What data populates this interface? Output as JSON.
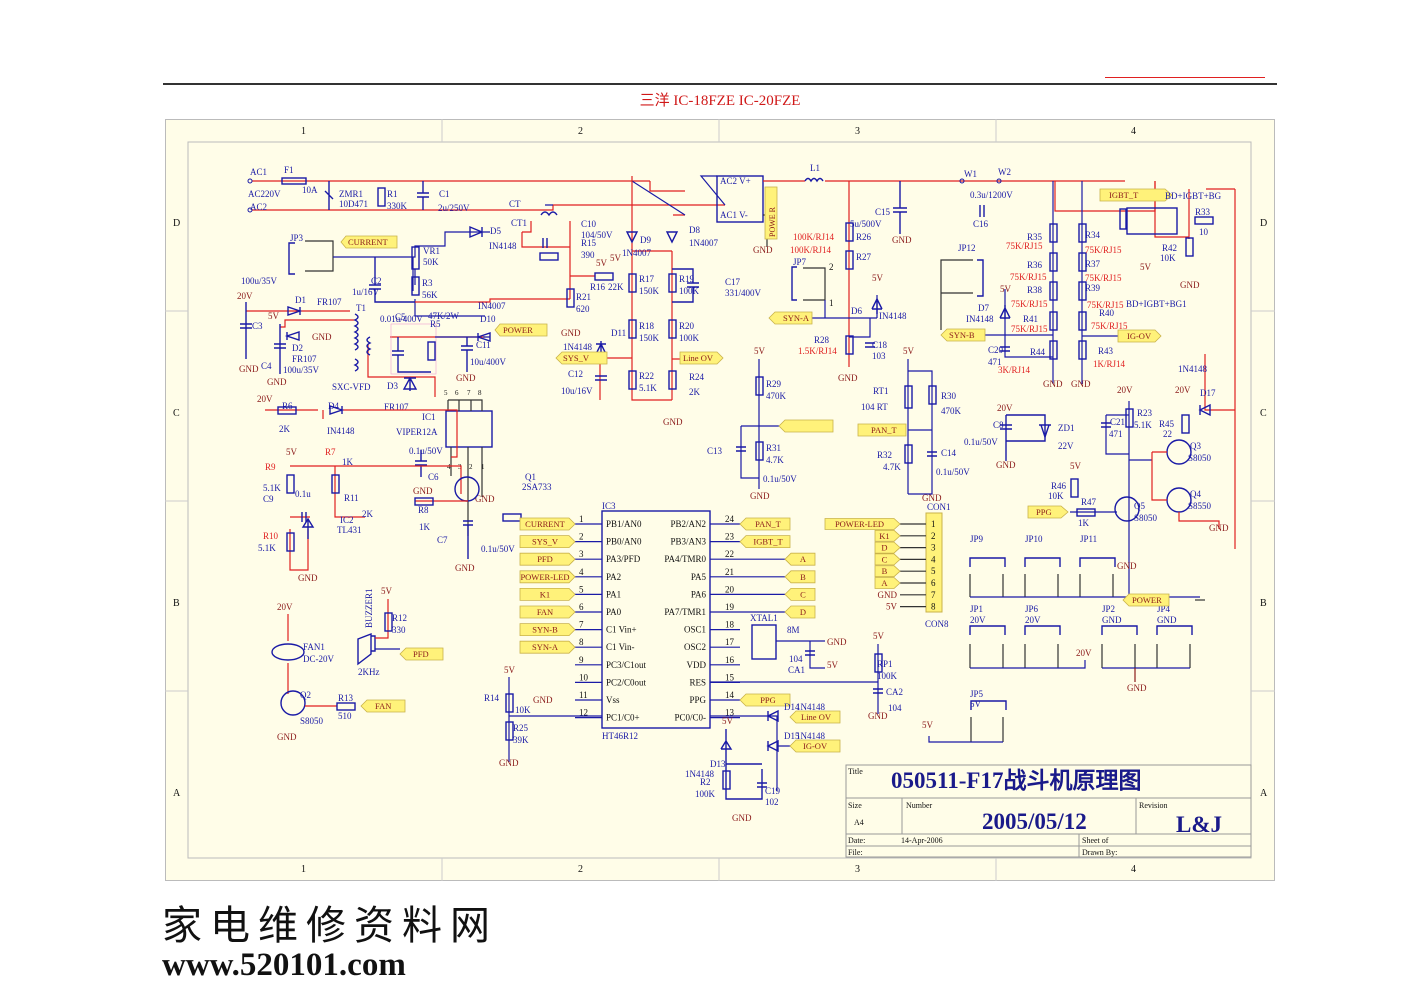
{
  "header": {
    "title": "三洋 IC-18FZE IC-20FZE"
  },
  "frame": {
    "columns": [
      "1",
      "2",
      "3",
      "4"
    ],
    "rows": [
      "D",
      "C",
      "B",
      "A"
    ]
  },
  "title_block": {
    "title_label": "Title",
    "title": "050511-F17战斗机原理图",
    "size_label": "Size",
    "size": "A4",
    "number_label": "Number",
    "number": "2005/05/12",
    "revision_label": "Revision",
    "revision": "L&J",
    "date_label": "Date:",
    "date": "14-Apr-2006",
    "sheet_label": "Sheet    of",
    "file_label": "File:",
    "drawn_label": "Drawn By:"
  },
  "watermark": {
    "cn": "家电维修资料网",
    "url": "www.520101.com"
  },
  "power_input": {
    "ac1": "AC1",
    "ac2": "AC2",
    "ac220": "AC220V",
    "f1": "F1",
    "f1_val": "10A",
    "zmr1": "ZMR1",
    "zmr1_val": "10D471",
    "r1": "R1",
    "r1_val": "330K",
    "c1": "C1",
    "c1_val": "2u/250V",
    "ct": "CT",
    "ct1": "CT1",
    "bridge_pins": [
      "AC2  V+",
      "AC1   V-"
    ],
    "power_r": "POWE R",
    "l1": "L1",
    "w1": "W1",
    "w2": "W2",
    "c16": "C16",
    "c16_val": "0.3u/1200V",
    "c15": "C15",
    "c15_val": "5u/500V"
  },
  "current_sense": {
    "jp3": "JP3",
    "current_flag": "CURRENT",
    "vr1": "VR1",
    "vr1_val": "50K",
    "r3": "R3",
    "r3_val": "56K",
    "c2": "C2",
    "c2_val": "1u/16V",
    "d5": "D5",
    "d5_val": "IN4148",
    "c10": "C10",
    "c10_val": "104/50V",
    "r15": "R15",
    "r15_val": "390",
    "r16": "R16",
    "r16_val": "22K",
    "r21": "R21",
    "r21_val": "620",
    "cap100": "100u/35V"
  },
  "aux_supply": {
    "d1": "D1",
    "d1_val": "FR107",
    "d2": "D2",
    "d2_val": "FR107",
    "c3": "C3",
    "c4": "C4",
    "c4_val": "100u/35V",
    "t1": "T1",
    "t1_val": "SXC-VFD",
    "c5": "C5",
    "c5_val": "0.01u/400V",
    "r5": "R5",
    "r5_val": "47K/2W",
    "d3": "D3",
    "d3_val": "FR107",
    "d10": "D10",
    "d10_val": "IN4007",
    "c11": "C11",
    "c11_val": "10u/400V",
    "power_flag": "POWER",
    "ic1": "IC1",
    "ic1_val": "VIPER12A",
    "ic1_pins": [
      "5",
      "6",
      "7",
      "8",
      "4",
      "3",
      "2",
      "1"
    ],
    "r6": "R6",
    "r6_val": "2K",
    "d4": "D4",
    "d4_val": "IN4148",
    "c6": "C6",
    "c6_val": "0.1u/50V",
    "r9": "R9",
    "r9_val": "5.1K",
    "r7": "R7",
    "r7_val": "1K",
    "q1": "Q1",
    "q1_val": "2SA733",
    "c9": "C9",
    "c9_val": "0.1u",
    "r11": "R11",
    "r11_val": "2K",
    "ic2": "IC2",
    "ic2_val": "TL431",
    "r8": "R8",
    "r8_val": "1K",
    "c7": "C7",
    "c7_val": "0.1u/50V",
    "r10": "R10",
    "r10_val": "5.1K"
  },
  "voltage_sense": {
    "d9": "D9",
    "d8": "D8",
    "d_val": "1N4007",
    "r17": "R17",
    "r17_val": "150K",
    "r18": "R18",
    "r18_val": "150K",
    "r22": "R22",
    "r22_val": "5.1K",
    "r19": "R19",
    "r19_val": "100K",
    "r20": "R20",
    "r20_val": "100K",
    "r24": "R24",
    "r24_val": "2K",
    "c17": "C17",
    "c17_val": "331/400V",
    "d11": "D11",
    "d11_val": "1N4148",
    "c12": "C12",
    "c12_val": "10u/16V",
    "sys_v_flag": "SYS_V",
    "line_ov_flag": "Line OV"
  },
  "sync": {
    "r26": "R26",
    "r26_val": "100K/RJ14",
    "r27": "R27",
    "r27_val": "100K/RJ14",
    "r28": "R28",
    "r28_val": "1.5K/RJ14",
    "jp7": "JP7",
    "d6": "D6",
    "d6_val": "IN4148",
    "c18": "C18",
    "c18_val": "103",
    "syn_a_flag": "SYN-A",
    "jp12": "JP12",
    "d7": "D7",
    "d7_val": "IN4148",
    "c20": "C20",
    "c20_val": "471",
    "syn_b_flag": "SYN-B",
    "r35": "R35",
    "r36": "R36",
    "r38": "R38",
    "r41": "R41",
    "r44": "R44",
    "r44_val": "3K/RJ14",
    "r34": "R34",
    "r37": "R37",
    "r39": "R39",
    "r40": "R40",
    "r43": "R43",
    "r43_val": "1K/RJ14",
    "r75": "75K/RJ15",
    "ig_ov_flag": "IG-OV"
  },
  "igbt": {
    "igbt_t_flag": "IGBT_T",
    "bd1": "BD+IGBT+BG",
    "bd2": "BD+IGBT+BG1",
    "r33": "R33",
    "r33_val": "10",
    "r42": "R42",
    "r42_val": "10K",
    "d17": "D17",
    "d17_val": "1N4148",
    "r23": "R23",
    "r23_val": "5.1K",
    "c21": "C21",
    "c21_val": "471",
    "r45": "R45",
    "r45_val": "22",
    "q3": "Q3",
    "q3_val": "S8050",
    "q4": "Q4",
    "q4_val": "S8550",
    "q5": "Q5",
    "q5_val": "S8050",
    "r46": "R46",
    "r46_val": "10K",
    "r47": "R47",
    "r47_val": "1K",
    "ppg_flag": "PPG",
    "c8": "C8",
    "c8_val": "0.1u/50V",
    "zd1": "ZD1",
    "zd1_val": "22V"
  },
  "temp": {
    "r29": "R29",
    "r29_val": "470K",
    "r31": "R31",
    "r31_val": "4.7K",
    "c13": "C13",
    "c13_val": "0.1u/50V",
    "rt1": "RT1",
    "rt1_val": "104 RT",
    "r30": "R30",
    "r30_val": "470K",
    "r32": "R32",
    "r32_val": "4.7K",
    "c14": "C14",
    "c14_val": "0.1u/50V",
    "pan_t_flag": "PAN_T"
  },
  "mcu": {
    "ic3": "IC3",
    "part": "HT46R12",
    "left_pins": [
      {
        "num": "1",
        "name": "PB1/AN0",
        "net": "CURRENT"
      },
      {
        "num": "2",
        "name": "PB0/AN0",
        "net": "SYS_V"
      },
      {
        "num": "3",
        "name": "PA3/PFD",
        "net": "PFD"
      },
      {
        "num": "4",
        "name": "PA2",
        "net": "POWER-LED"
      },
      {
        "num": "5",
        "name": "PA1",
        "net": "K1"
      },
      {
        "num": "6",
        "name": "PA0",
        "net": "FAN"
      },
      {
        "num": "7",
        "name": "C1 Vin+",
        "net": "SYN-B"
      },
      {
        "num": "8",
        "name": "C1 Vin-",
        "net": "SYN-A"
      },
      {
        "num": "9",
        "name": "PC3/C1out",
        "net": ""
      },
      {
        "num": "10",
        "name": "PC2/C0out",
        "net": ""
      },
      {
        "num": "11",
        "name": "Vss",
        "net": ""
      },
      {
        "num": "12",
        "name": "PC1/C0+",
        "net": ""
      }
    ],
    "right_pins": [
      {
        "num": "24",
        "name": "PB2/AN2",
        "net": "PAN_T"
      },
      {
        "num": "23",
        "name": "PB3/AN3",
        "net": "IGBT_T"
      },
      {
        "num": "22",
        "name": "PA4/TMR0",
        "net": "A"
      },
      {
        "num": "21",
        "name": "PA5",
        "net": "B"
      },
      {
        "num": "20",
        "name": "PA6",
        "net": "C"
      },
      {
        "num": "19",
        "name": "PA7/TMR1",
        "net": "D"
      },
      {
        "num": "18",
        "name": "OSC1",
        "net": ""
      },
      {
        "num": "17",
        "name": "OSC2",
        "net": ""
      },
      {
        "num": "16",
        "name": "VDD",
        "net": ""
      },
      {
        "num": "15",
        "name": "RES",
        "net": ""
      },
      {
        "num": "14",
        "name": "PPG",
        "net": "PPG"
      },
      {
        "num": "13",
        "name": "PC0/C0-",
        "net": ""
      }
    ],
    "xtal": "XTAL1",
    "xtal_val": "8M",
    "ca1": "CA1",
    "ca1_val": "104",
    "r14": "R14",
    "r14_val": "10K",
    "r25": "R25",
    "r25_val": "39K",
    "rp1": "RP1",
    "rp1_val": "100K",
    "ca2": "CA2",
    "ca2_val": "104",
    "d14": "D14",
    "d14_val": "1N4148",
    "d15": "D15",
    "d15_val": "1N4148",
    "d13": "D13",
    "d13_val": "1N4148",
    "r2": "R2",
    "r2_val": "100K",
    "c19": "C19",
    "c19_val": "102"
  },
  "peripherals": {
    "fan1": "FAN1",
    "fan1_val": "DC-20V",
    "q2": "Q2",
    "q2_val": "S8050",
    "r13": "R13",
    "r13_val": "510",
    "fan_flag": "FAN",
    "buzzer": "BUZZER1",
    "buzzer_val": "2KHz",
    "r12": "R12",
    "r12_val": "330",
    "pfd_flag": "PFD"
  },
  "connector": {
    "con1": "CON1",
    "con8": "CON8",
    "pins": [
      {
        "num": "1",
        "net": "POWER-LED"
      },
      {
        "num": "2",
        "net": "K1"
      },
      {
        "num": "3",
        "net": "D"
      },
      {
        "num": "4",
        "net": "C"
      },
      {
        "num": "5",
        "net": "B"
      },
      {
        "num": "6",
        "net": "A"
      },
      {
        "num": "7",
        "net": "GND"
      },
      {
        "num": "8",
        "net": "5V"
      }
    ],
    "jumpers_top": [
      "JP9",
      "JP10",
      "JP11"
    ],
    "jumpers_mid": [
      {
        "name": "JP1",
        "val": "20V"
      },
      {
        "name": "JP6",
        "val": "20V"
      },
      {
        "name": "JP2",
        "val": "GND"
      },
      {
        "name": "JP4",
        "val": "GND"
      }
    ],
    "jp5": "JP5",
    "jp5_val": "5V"
  },
  "rails": {
    "v5": "5V",
    "v20": "20V",
    "gnd": "GND"
  },
  "colors": {
    "wire_red": "#e02020",
    "wire_blue": "#1a1aa6",
    "ground": "#8b1a1a",
    "flag": "#fff27a",
    "sheet_bg": "#fffde8"
  }
}
